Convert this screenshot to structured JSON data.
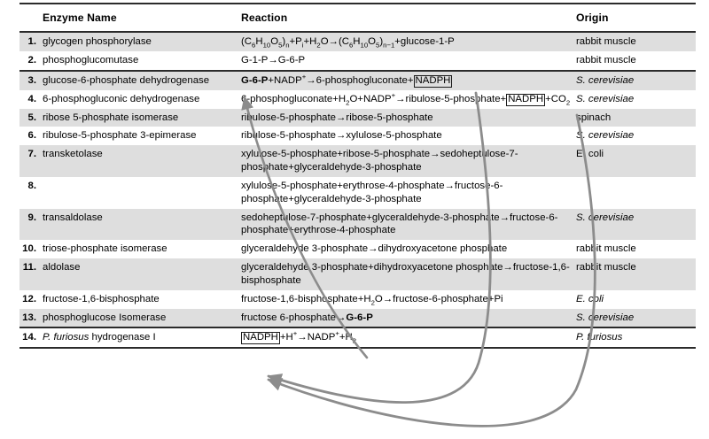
{
  "table": {
    "columns": {
      "number": "",
      "enzyme_name": "Enzyme Name",
      "reaction": "Reaction",
      "origin": "Origin"
    },
    "rows": [
      {
        "number": "1.",
        "enzyme_name": "glycogen phosphorylase",
        "reaction_html": "(C<sub>6</sub>H<sub>10</sub>O<sub>5</sub>)<sub>n</sub>+P<sub>i</sub>+H<sub>2</sub>O→(C<sub>6</sub>H<sub>10</sub>O<sub>5</sub>)<sub>n−1</sub>+glucose-1-P",
        "reaction_text": "(C6H10O5)n+Pi+H2O→(C6H10O5)n−1+glucose-1-P",
        "origin": "rabbit muscle",
        "origin_italic": false
      },
      {
        "number": "2.",
        "enzyme_name": "phosphoglucomutase",
        "reaction_html": "G-1-P→G-6-P",
        "reaction_text": "G-1-P→G-6-P",
        "origin": "rabbit muscle",
        "origin_italic": false
      },
      {
        "number": "3.",
        "enzyme_name": "glucose-6-phosphate dehydrogenase",
        "reaction_html": "<span class=\"bold\">G-6-P</span>+NADP<sup>+</sup>→6-phosphogluconate+<span class=\"boxed\">NADPH</span>",
        "reaction_text": "G-6-P+NADP+→6-phosphogluconate+NADPH",
        "origin": "S. cerevisiae",
        "origin_italic": true
      },
      {
        "number": "4.",
        "enzyme_name": "6-phosphogluconic dehydrogenase",
        "reaction_html": "6-phosphogluconate+H<sub>2</sub>O+NADP<sup>+</sup>→ribulose-5-phosphate+<span class=\"boxed\">NADPH</span>+CO<sub>2</sub>",
        "reaction_text": "6-phosphogluconate+H2O+NADP+→ribulose-5-phosphate+NADPH+CO2",
        "origin": "S. cerevisiae",
        "origin_italic": true
      },
      {
        "number": "5.",
        "enzyme_name": "ribose 5-phosphate isomerase",
        "reaction_html": "ribulose-5-phosphate→ribose-5-phosphate",
        "reaction_text": "ribulose-5-phosphate→ribose-5-phosphate",
        "origin": "spinach",
        "origin_italic": false
      },
      {
        "number": "6.",
        "enzyme_name": "ribulose-5-phosphate 3-epimerase",
        "reaction_html": "ribulose-5-phosphate→xylulose-5-phosphate",
        "reaction_text": "ribulose-5-phosphate→xylulose-5-phosphate",
        "origin": "S. cerevisiae",
        "origin_italic": true
      },
      {
        "number": "7.",
        "enzyme_name": "transketolase",
        "reaction_html": "xylulose-5-phosphate+ribose-5-phosphate→sedoheptulose-7-phosphate+glyceraldehyde-3-phosphate",
        "reaction_text": "xylulose-5-phosphate+ribose-5-phosphate→sedoheptulose-7-phosphate+glyceraldehyde-3-phosphate",
        "origin": "E. coli",
        "origin_italic": false
      },
      {
        "number": "8.",
        "enzyme_name": "",
        "reaction_html": "xylulose-5-phosphate+erythrose-4-phosphate→fructose-6-phosphate+glyceraldehyde-3-phosphate",
        "reaction_text": "xylulose-5-phosphate+erythrose-4-phosphate→fructose-6-phosphate+glyceraldehyde-3-phosphate",
        "origin": "",
        "origin_italic": false
      },
      {
        "number": "9.",
        "enzyme_name": "transaldolase",
        "reaction_html": "sedoheptulose-7-phosphate+glyceraldehyde-3-phosphate→fructose-6-phosphate+erythrose-4-phosphate",
        "reaction_text": "sedoheptulose-7-phosphate+glyceraldehyde-3-phosphate→fructose-6-phosphate+erythrose-4-phosphate",
        "origin": "S. cerevisiae",
        "origin_italic": true
      },
      {
        "number": "10.",
        "enzyme_name": "triose-phosphate isomerase",
        "reaction_html": "glyceraldehyde 3-phosphate→dihydroxyacetone phosphate",
        "reaction_text": "glyceraldehyde 3-phosphate→dihydroxyacetone phosphate",
        "origin": "rabbit muscle",
        "origin_italic": false
      },
      {
        "number": "11.",
        "enzyme_name": "aldolase",
        "reaction_html": "glyceraldehyde 3-phosphate+dihydroxyacetone phosphate→fructose-1,6-bisphosphate",
        "reaction_text": "glyceraldehyde 3-phosphate+dihydroxyacetone phosphate→fructose-1,6-bisphosphate",
        "origin": "rabbit muscle",
        "origin_italic": false
      },
      {
        "number": "12.",
        "enzyme_name": "fructose-1,6-bisphosphate",
        "reaction_html": "fructose-1,6-bisphosphate+H<sub>2</sub>O→fructose-6-phosphate+Pi",
        "reaction_text": "fructose-1,6-bisphosphate+H2O→fructose-6-phosphate+Pi",
        "origin": "E. coli",
        "origin_italic": true
      },
      {
        "number": "13.",
        "enzyme_name": "phosphoglucose Isomerase",
        "reaction_html": "fructose 6-phosphate→<span class=\"bold\">G-6-P</span>",
        "reaction_text": "fructose 6-phosphate→G-6-P",
        "origin": "S. cerevisiae",
        "origin_italic": true
      },
      {
        "number": "14.",
        "enzyme_name_html": "<span class=\"ital\">P. furiosus</span> hydrogenase I",
        "enzyme_name": "P. furiosus hydrogenase I",
        "reaction_html": "<span class=\"boxed\">NADPH</span>+H<sup>+</sup>→NADP<sup>+</sup>+H<sub>2</sub>",
        "reaction_text": "NADPH+H+→NADP++H2",
        "origin": "P. furiosus",
        "origin_italic": true
      }
    ]
  },
  "annotations": {
    "arrow_color": "#8c8c8c",
    "arrows": [
      {
        "name": "g6p-recycle-arrow",
        "from": "row-13-G-6-P",
        "to": "row-3-G-6-P"
      },
      {
        "name": "nadph-row3-to-row14-arrow",
        "from": "row-3-NADPH",
        "to": "row-14-NADPH"
      },
      {
        "name": "nadph-row4-to-row14-arrow",
        "from": "row-4-NADPH",
        "to": "row-14-NADPH"
      }
    ]
  },
  "colors": {
    "band": "#dedede",
    "rule": "#2b2b2b",
    "text": "#000000"
  }
}
